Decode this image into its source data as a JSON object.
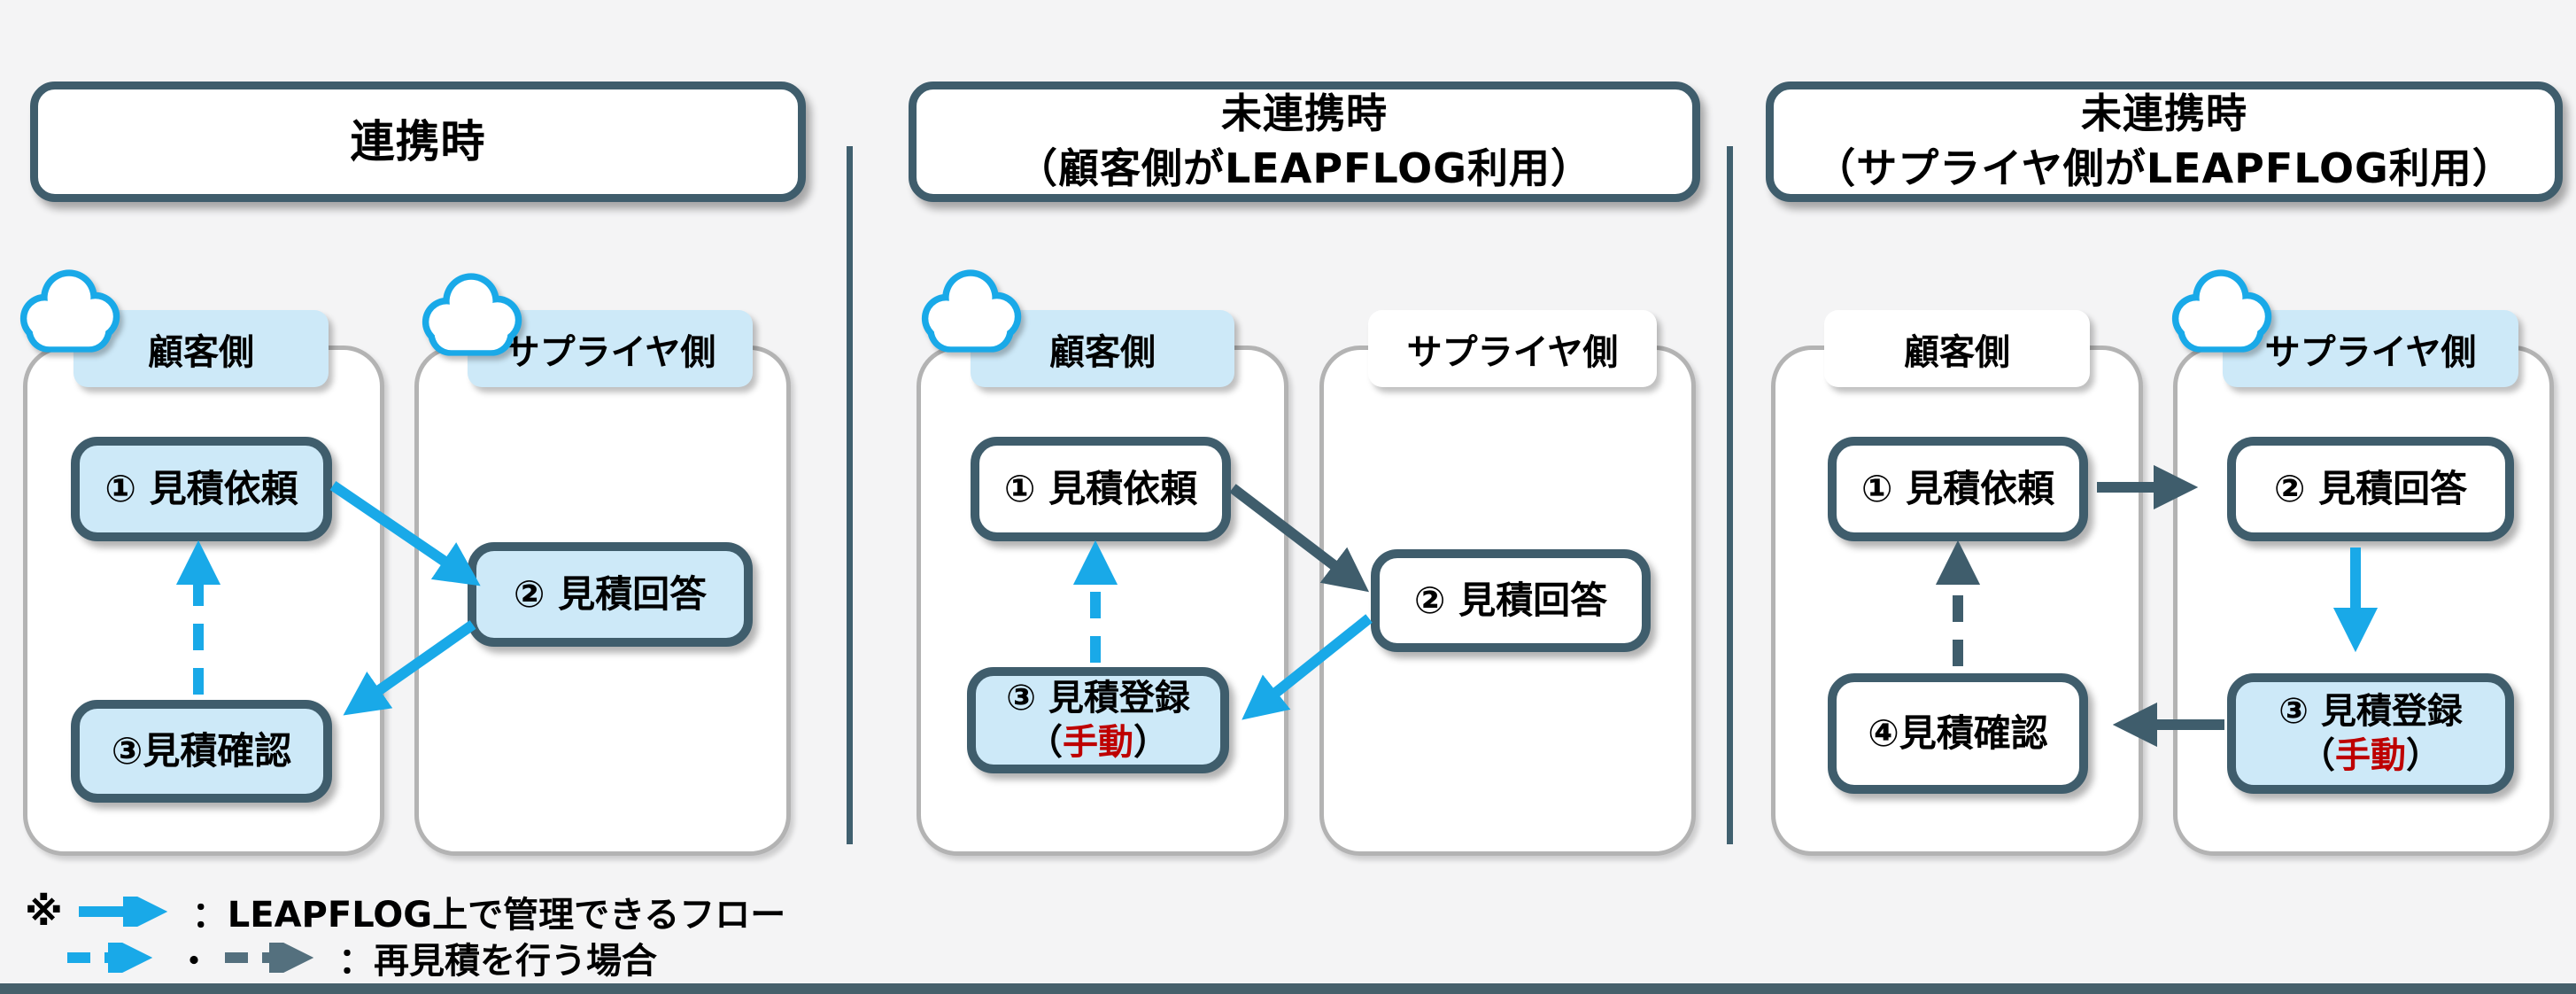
{
  "colors": {
    "background": "#F4F4F5",
    "accent_cyan": "#19A9E8",
    "slate_dark": "#3F5D6C",
    "light_blue_fill": "#CDE9F8",
    "container_border": "#B3B3B3",
    "red_text": "#BE0000",
    "bottom_bar": "#46606B"
  },
  "icons": {
    "cloud": "cloud-icon"
  },
  "panels": [
    {
      "title_line1": "連携時",
      "title_line2": "",
      "customer_label": "顧客側",
      "supplier_label": "サプライヤ側",
      "steps": {
        "s1": "① 見積依頼",
        "s2": "② 見積回答",
        "s3": "③見積確認"
      }
    },
    {
      "title_line1": "未連携時",
      "title_line2": "（顧客側がLEAPFLOG利用）",
      "customer_label": "顧客側",
      "supplier_label": "サプライヤ側",
      "steps": {
        "s1": "① 見積依頼",
        "s2": "② 見積回答",
        "s3_line1": "③ 見積登録",
        "s3_paren_open": "（",
        "s3_manual": "手動",
        "s3_paren_close": "）"
      }
    },
    {
      "title_line1": "未連携時",
      "title_line2": "（サプライヤ側がLEAPFLOG利用）",
      "customer_label": "顧客側",
      "supplier_label": "サプライヤ側",
      "steps": {
        "s1": "① 見積依頼",
        "s2": "② 見積回答",
        "s3_line1": "③ 見積登録",
        "s3_paren_open": "（",
        "s3_manual": "手動",
        "s3_paren_close": "）",
        "s4": "④見積確認"
      }
    }
  ],
  "legend": {
    "note_mark": "※",
    "solid_arrow_label": "：LEAPFLOG上で管理できるフロー",
    "separator": "・",
    "dashed_arrow_label": "：再見積を行う場合"
  }
}
